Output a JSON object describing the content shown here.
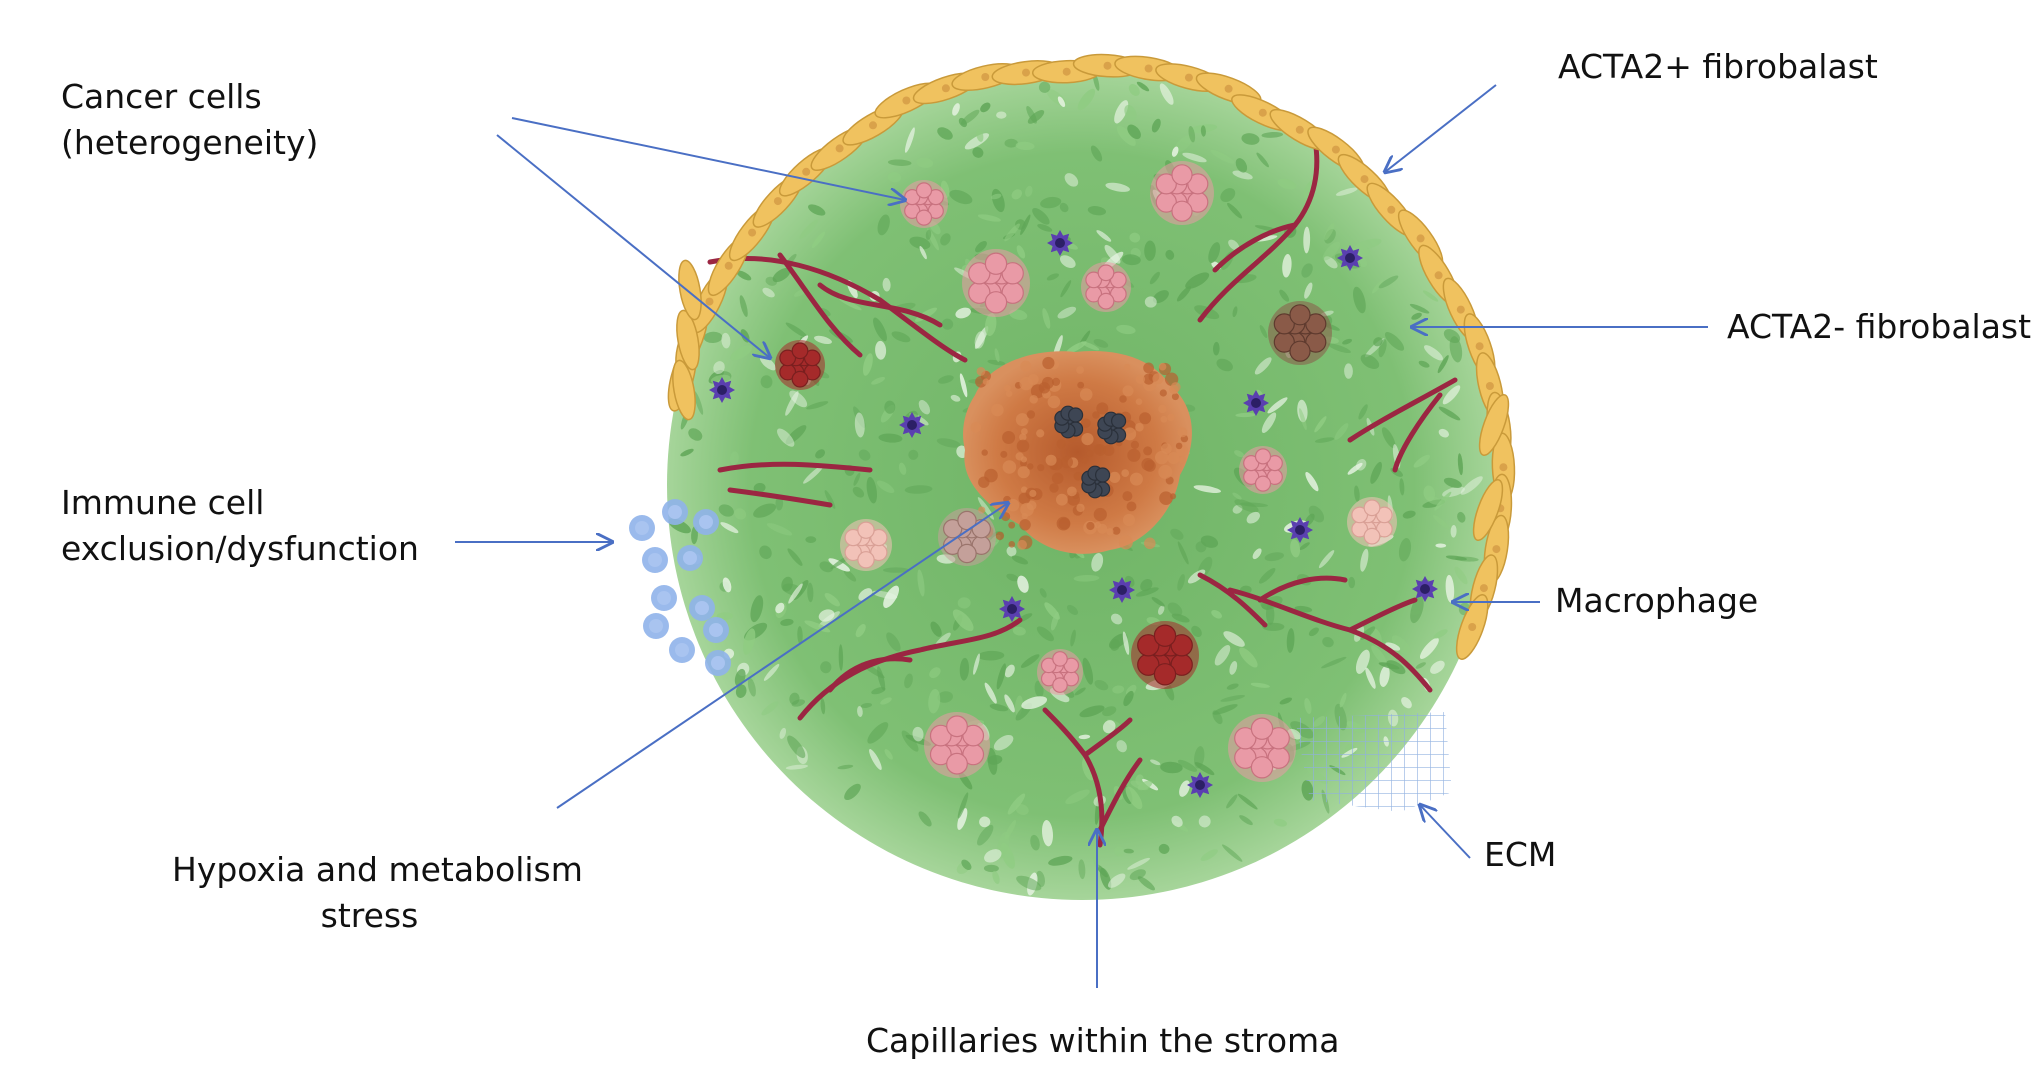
{
  "labels": {
    "cancer_cells_line1": "Cancer cells",
    "cancer_cells_line2": "(heterogeneity)",
    "immune_line1": "Immune cell",
    "immune_line2": "exclusion/dysfunction",
    "hypoxia_line1": "Hypoxia and metabolism",
    "hypoxia_line2": "stress",
    "capillaries": "Capillaries within the stroma",
    "acta2_pos": "ACTA2+ fibrobalast",
    "acta2_neg": "ACTA2- fibrobalast",
    "macrophage": "Macrophage",
    "ecm": "ECM"
  },
  "colors": {
    "arrow": "#4a6fc4",
    "stroma": "#7fbf72",
    "stroma_dark": "#5ea85a",
    "fibroblast": "#f0c25f",
    "fibroblast_edge": "#c99a3a",
    "capillary": "#9b2642",
    "hypoxic_core": "#c8683a",
    "necrotic_nuclei": "#3e4654",
    "cancer_pink": "#e99aa6",
    "cancer_dark_red": "#a52a2a",
    "cancer_brown": "#8a5a48",
    "cancer_light": "#f2c2b8",
    "macrophage": "#5a3fb0",
    "immune_cells": "#8fb2ea",
    "ecm": "#8fb0e0"
  }
}
